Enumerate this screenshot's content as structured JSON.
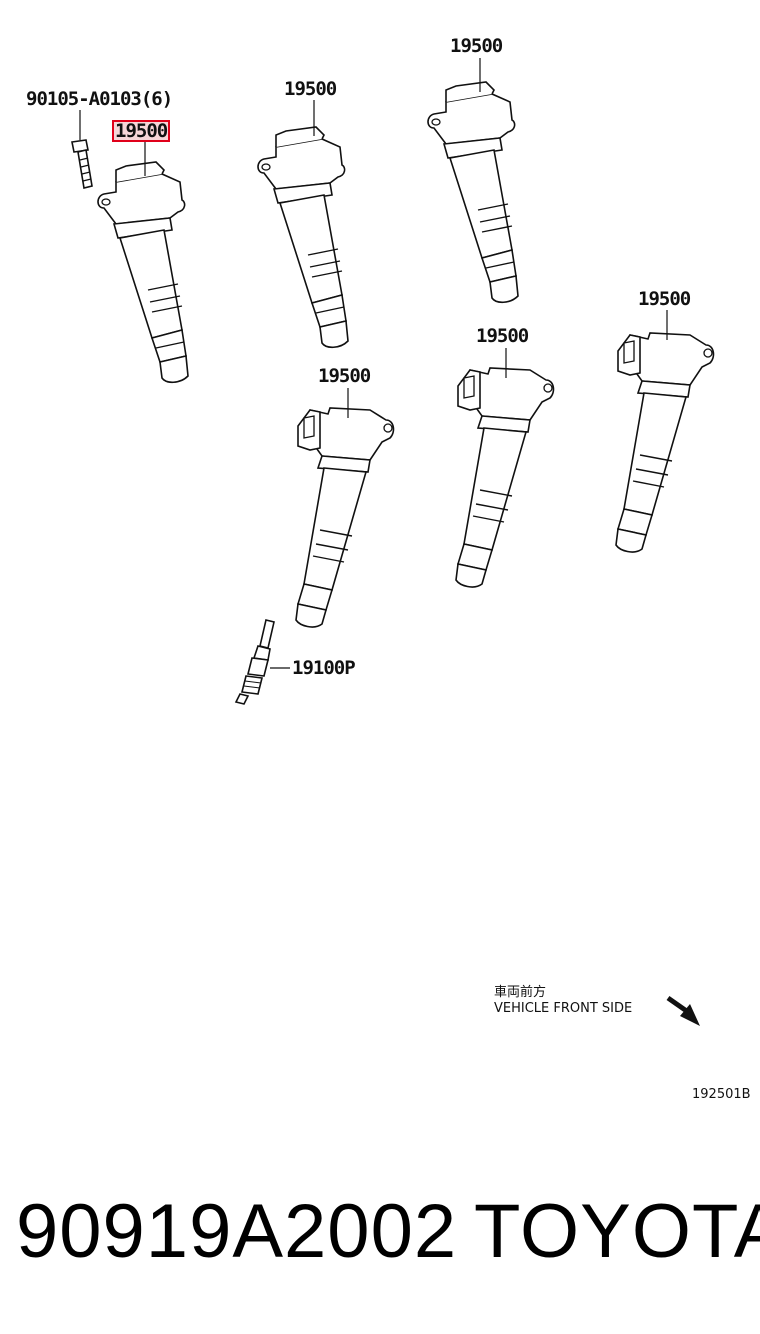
{
  "callouts": {
    "bolt": "90105-A0103(6)",
    "coil_highlighted": "19500",
    "coil_2": "19500",
    "coil_3": "19500",
    "coil_4": "19500",
    "coil_5": "19500",
    "coil_6": "19500",
    "spark_plug": "19100P"
  },
  "note": {
    "jp": "車両前方",
    "en": "VEHICLE FRONT SIDE"
  },
  "figure_number": "192501B",
  "footer": {
    "part_number": "90919A2002",
    "brand": "TOYOTA"
  },
  "colors": {
    "highlight_border": "#e0001a",
    "highlight_fill": "#f6d6d8",
    "line": "#111111"
  }
}
